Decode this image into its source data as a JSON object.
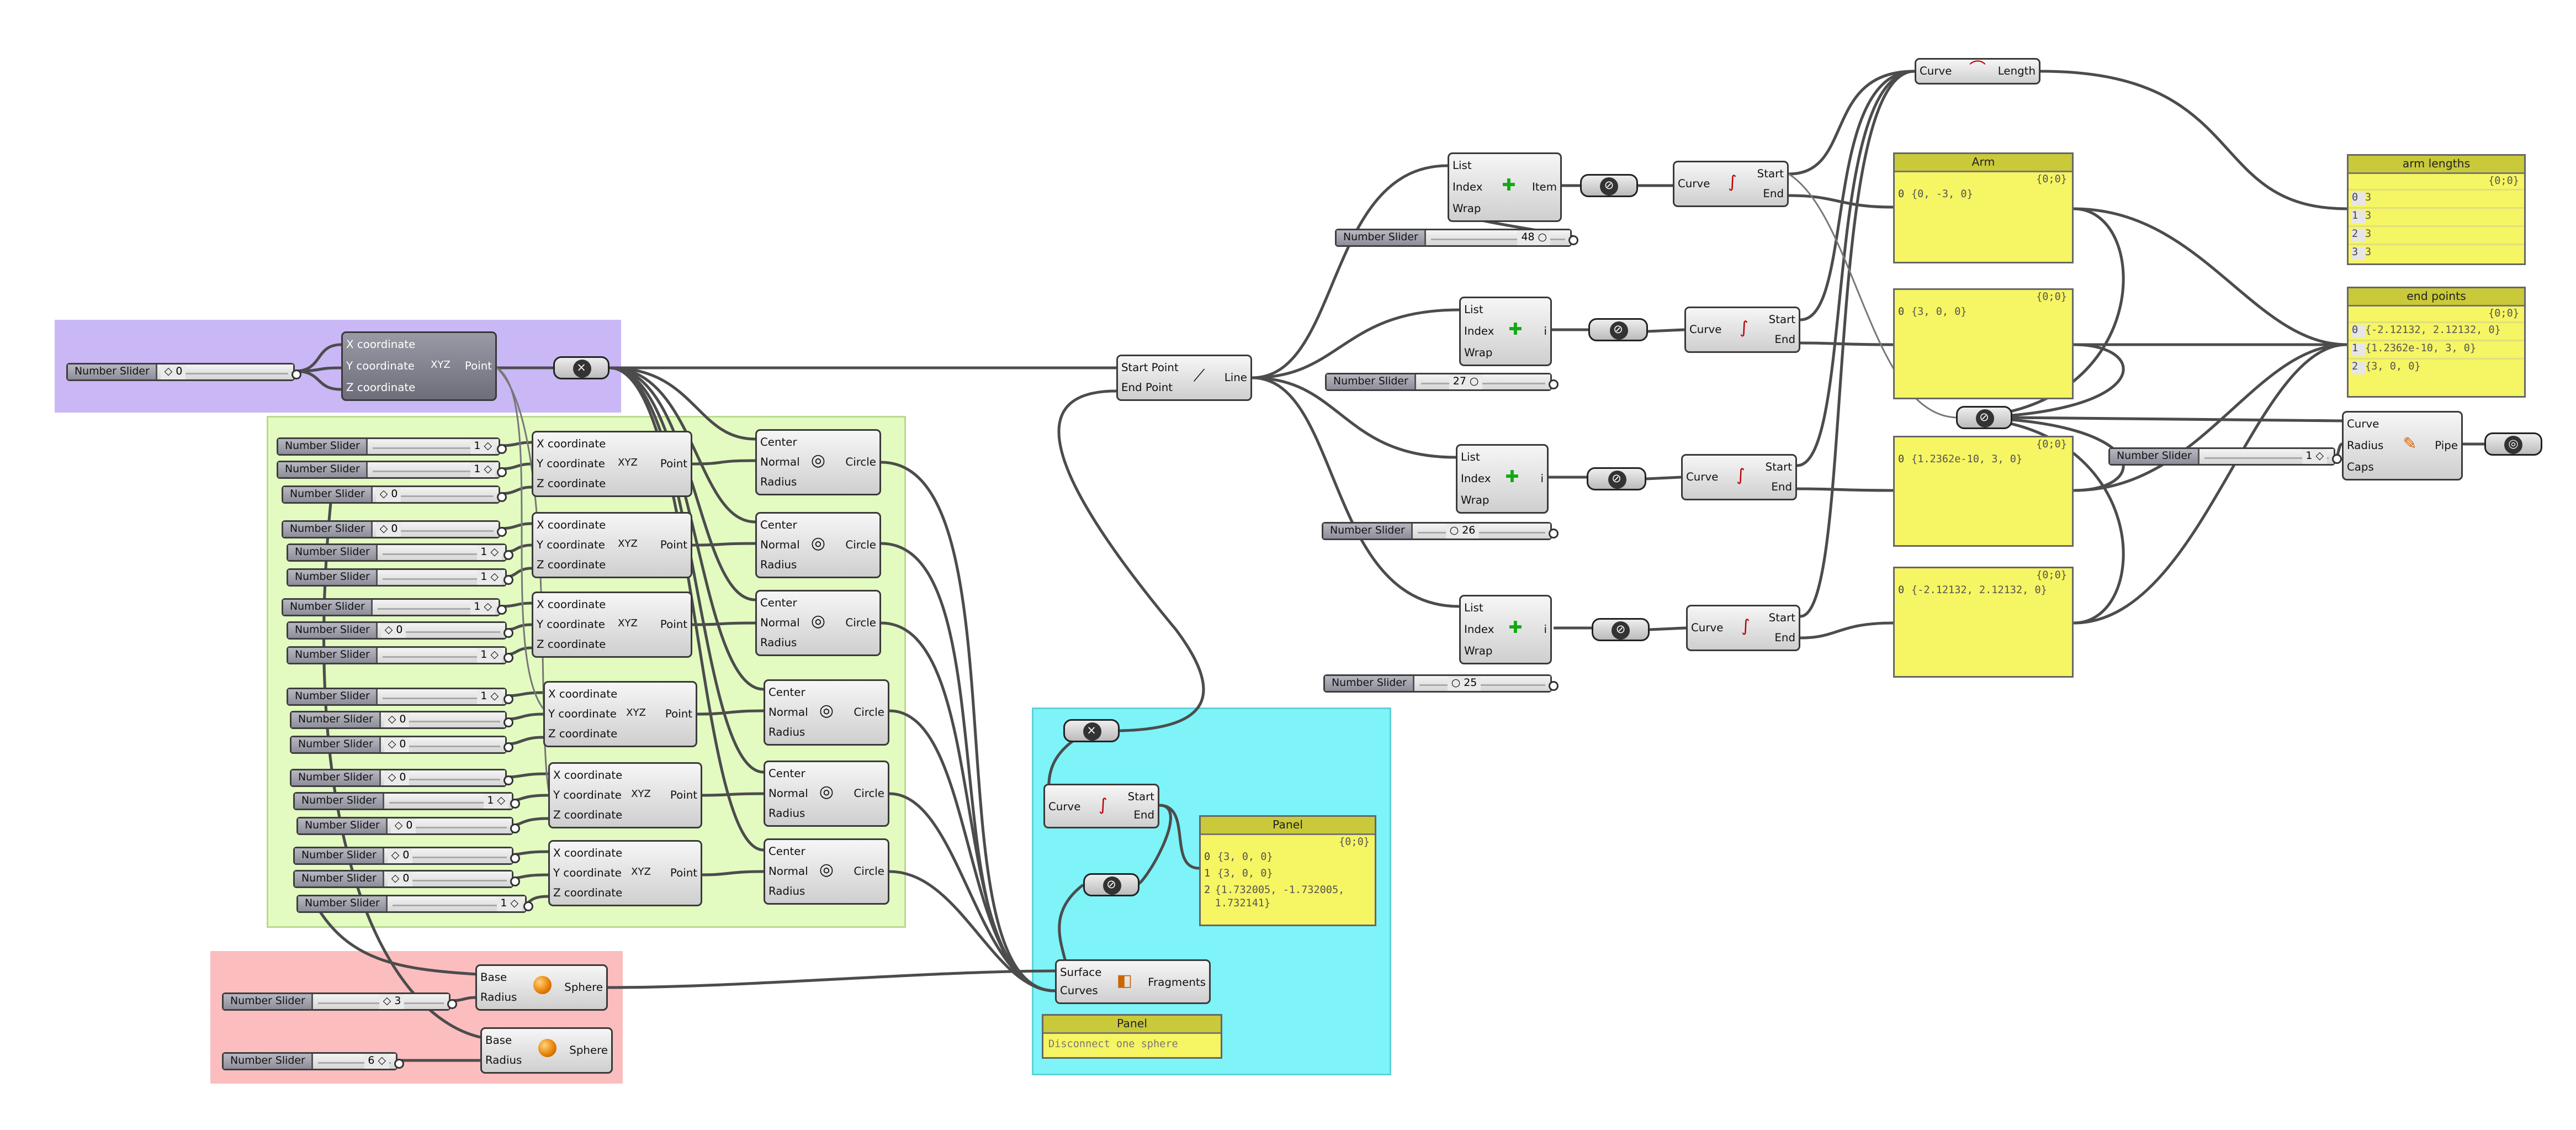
{
  "groups": {
    "purple": "#c9b8f5",
    "green": "#e3fbc0",
    "red": "#fbbdbe",
    "cyan": "#7ef3f8"
  },
  "sliders": {
    "main": {
      "label": "Number Slider",
      "value": "◇ 0"
    },
    "s1": {
      "label": "Number Slider",
      "value": "1 ◇"
    },
    "s2": {
      "label": "Number Slider",
      "value": "1 ◇"
    },
    "s3": {
      "label": "Number Slider",
      "value": "◇ 0"
    },
    "s4": {
      "label": "Number Slider",
      "value": "◇ 0"
    },
    "s5": {
      "label": "Number Slider",
      "value": "1 ◇"
    },
    "s6": {
      "label": "Number Slider",
      "value": "1 ◇"
    },
    "s7": {
      "label": "Number Slider",
      "value": "1 ◇"
    },
    "s8": {
      "label": "Number Slider",
      "value": "◇ 0"
    },
    "s9": {
      "label": "Number Slider",
      "value": "1 ◇"
    },
    "s10": {
      "label": "Number Slider",
      "value": "1 ◇"
    },
    "s11": {
      "label": "Number Slider",
      "value": "◇ 0"
    },
    "s12": {
      "label": "Number Slider",
      "value": "◇ 0"
    },
    "s13": {
      "label": "Number Slider",
      "value": "◇ 0"
    },
    "s14": {
      "label": "Number Slider",
      "value": "1 ◇"
    },
    "s15": {
      "label": "Number Slider",
      "value": "◇ 0"
    },
    "s16": {
      "label": "Number Slider",
      "value": "◇ 0"
    },
    "s17": {
      "label": "Number Slider",
      "value": "◇ 0"
    },
    "s18": {
      "label": "Number Slider",
      "value": "1 ◇"
    },
    "r1": {
      "label": "Number Slider",
      "value": "◇ 3"
    },
    "r2": {
      "label": "Number Slider",
      "value": "6 ◇"
    },
    "i48": {
      "label": "Number Slider",
      "value": "48 ○"
    },
    "i27": {
      "label": "Number Slider",
      "value": "27 ○"
    },
    "i26": {
      "label": "Number Slider",
      "value": "○ 26"
    },
    "i25": {
      "label": "Number Slider",
      "value": "○ 25"
    },
    "pr": {
      "label": "Number Slider",
      "value": "1 ◇"
    }
  },
  "labels": {
    "x": "X coordinate",
    "y": "Y coordinate",
    "z": "Z coordinate",
    "point": "Point",
    "xyz": "XYZ",
    "center": "Center",
    "normal": "Normal",
    "radius": "Radius",
    "circle": "Circle",
    "base": "Base",
    "sphere": "Sphere",
    "surface": "Surface",
    "curves": "Curves",
    "fragments": "Fragments",
    "curve": "Curve",
    "start": "Start",
    "end": "End",
    "startpoint": "Start Point",
    "endpoint": "End Point",
    "line": "Line",
    "list": "List",
    "index": "Index",
    "wrap": "Wrap",
    "item": "Item",
    "i": "i",
    "length": "Length",
    "caps": "Caps",
    "pipe": "Pipe"
  },
  "panels": {
    "arm": {
      "title": "Arm",
      "path": "{0;0}",
      "rows": [
        {
          "i": "0",
          "v": "{0, -3, 0}"
        }
      ]
    },
    "p2": {
      "path": "{0;0}",
      "rows": [
        {
          "i": "0",
          "v": "{3, 0, 0}"
        }
      ]
    },
    "p3": {
      "path": "{0;0}",
      "rows": [
        {
          "i": "0",
          "v": "{1.2362e-10, 3, 0}"
        }
      ]
    },
    "p4": {
      "path": "{0;0}",
      "rows": [
        {
          "i": "0",
          "v": "{-2.12132, 2.12132, 0}"
        }
      ]
    },
    "armlengths": {
      "title": "arm lengths",
      "path": "{0;0}",
      "rows": [
        {
          "i": "0",
          "v": "3"
        },
        {
          "i": "1",
          "v": "3"
        },
        {
          "i": "2",
          "v": "3"
        },
        {
          "i": "3",
          "v": "3"
        }
      ]
    },
    "endpoints": {
      "title": "end points",
      "path": "{0;0}",
      "rows": [
        {
          "i": "0",
          "v": "{-2.12132, 2.12132, 0}"
        },
        {
          "i": "1",
          "v": "{1.2362e-10, 3, 0}"
        },
        {
          "i": "2",
          "v": "{3, 0, 0}"
        }
      ]
    },
    "cyan": {
      "title": "Panel",
      "path": "{0;0}",
      "rows": [
        {
          "i": "0",
          "v": "{3, 0, 0}"
        },
        {
          "i": "1",
          "v": "{3, 0, 0}"
        },
        {
          "i": "2",
          "v": "{1.732005, -1.732005, 1.732141}"
        }
      ]
    },
    "note": {
      "title": "Panel",
      "text": "Disconnect one sphere"
    }
  }
}
